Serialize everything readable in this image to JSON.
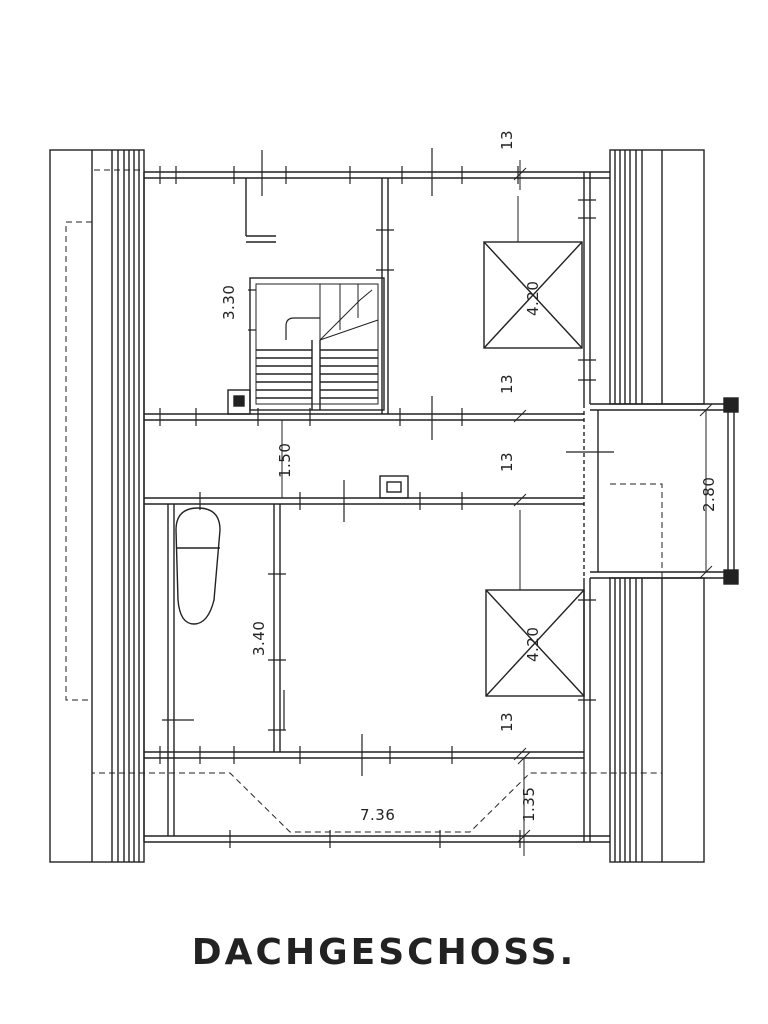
{
  "title": "DACHGESCHOSS.",
  "dimensions": {
    "top_room_height": "3.30",
    "corridor_width": "1.50",
    "bath_height": "3.40",
    "bottom_width": "7.36",
    "bottom_depth": "1.35",
    "dormer_width": "2.80",
    "window_top": "4.20",
    "window_bottom": "4.20",
    "wall_top_1": "13",
    "wall_top_2": "13",
    "wall_top_3": "13",
    "wall_top_4": "13"
  },
  "colors": {
    "line": "#222222",
    "background": "#ffffff"
  }
}
